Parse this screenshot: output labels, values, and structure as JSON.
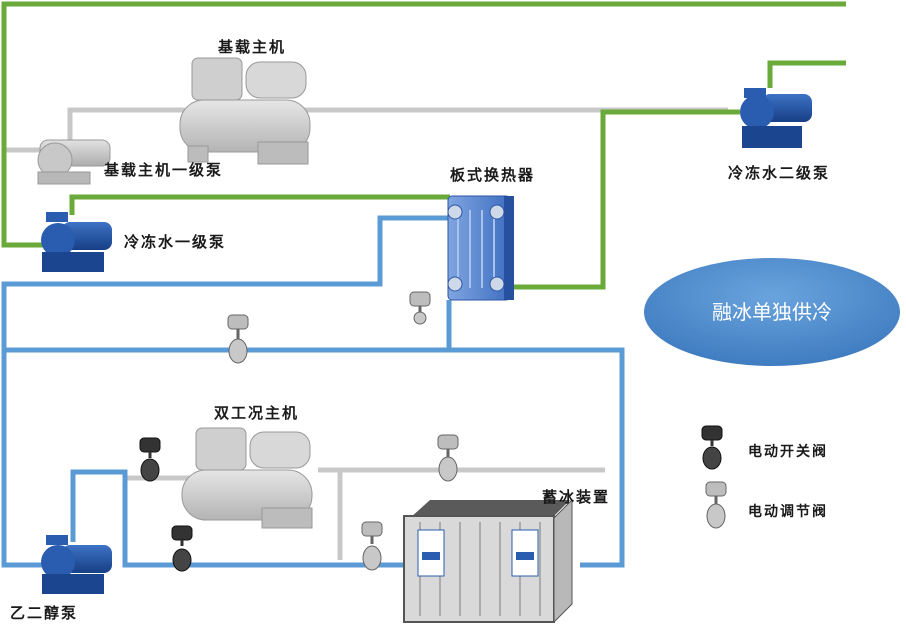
{
  "labels": {
    "base_chiller": "基载主机",
    "base_chiller_pump": "基载主机一级泵",
    "chilled_water_secondary_pump": "冷冻水二级泵",
    "plate_heat_exchanger": "板式换热器",
    "chilled_water_primary_pump": "冷冻水一级泵",
    "dual_duty_chiller": "双工况主机",
    "ice_storage": "蓄冰装置",
    "glycol_pump": "乙二醇泵"
  },
  "mode": "融冰单独供冷",
  "legend": {
    "on_off_valve": "电动开关阀",
    "regulating_valve": "电动调节阀"
  },
  "colors": {
    "green_pipe": "#6aaa3a",
    "blue_pipe": "#5b9bd5",
    "grey_pipe": "#c8c8c8",
    "pump_blue": "#1f4e9c",
    "mode_ellipse": "#4a86c8"
  }
}
